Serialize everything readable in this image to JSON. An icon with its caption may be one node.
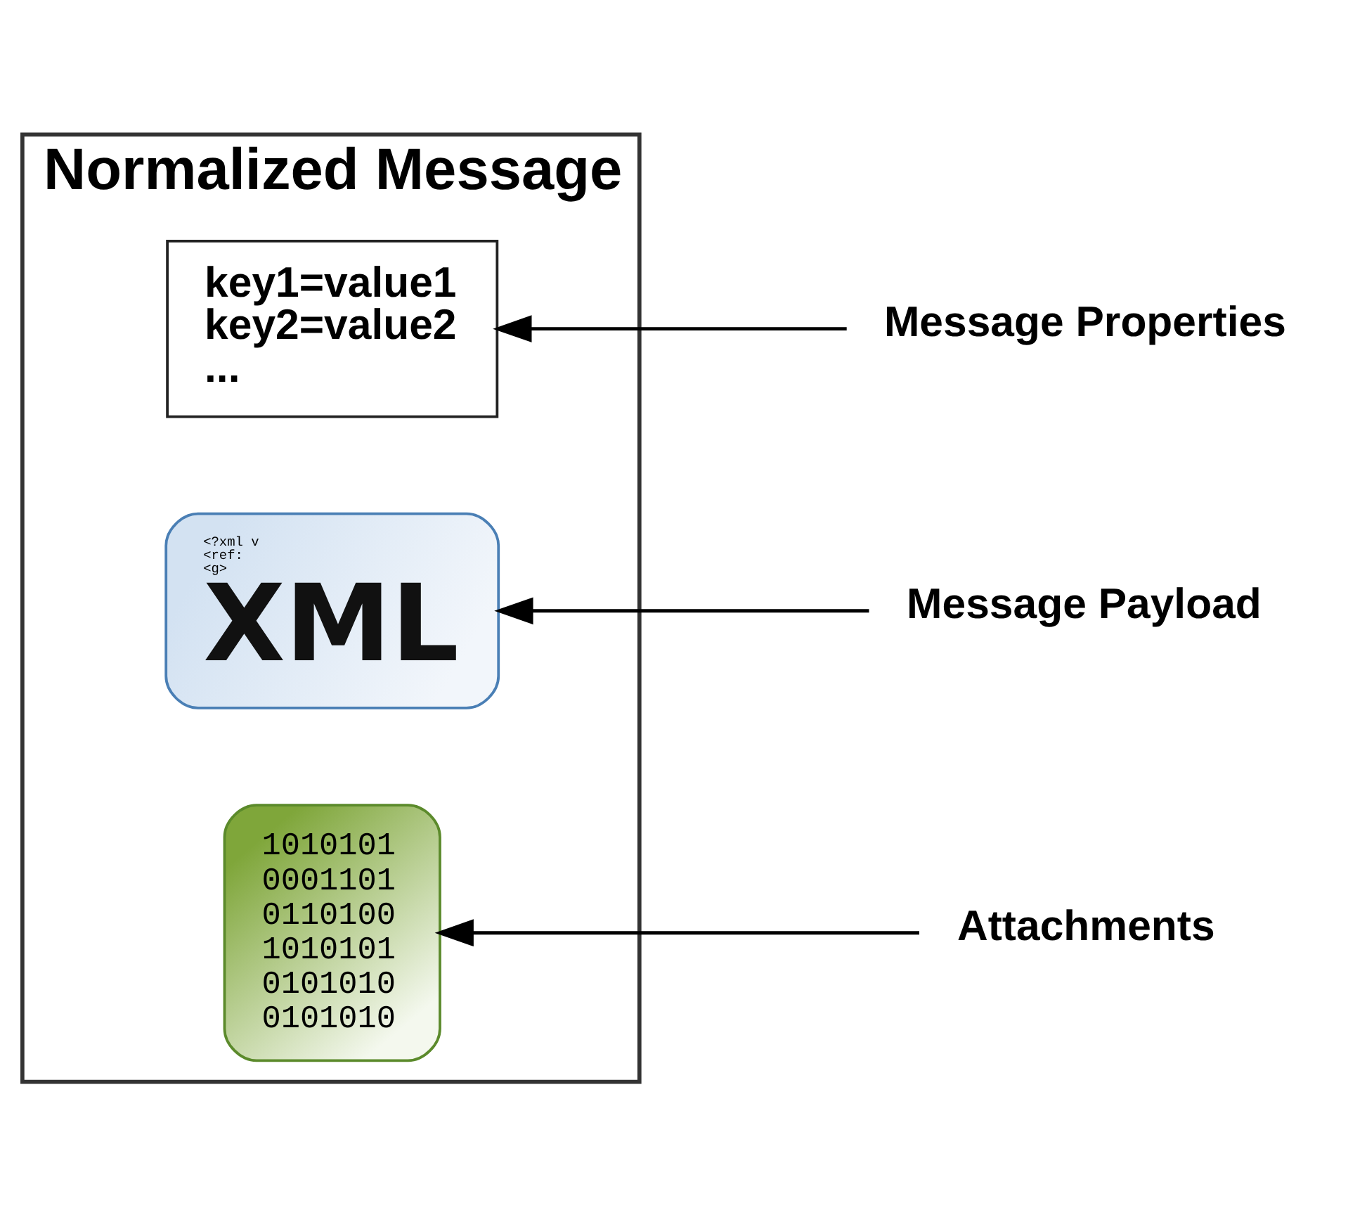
{
  "diagram": {
    "nodes": [
      {
        "text": [
          "Normalized Message"
        ]
      },
      {
        "text": [
          "key1=value1",
          "key2=value2",
          "..."
        ],
        "in": 0
      },
      {
        "text": [
          "<?xml v",
          "<ref:",
          "<g>",
          "XML"
        ],
        "in": 0
      },
      {
        "text": [
          "1010101",
          "0001101",
          "0110100",
          "1010101",
          "0101010",
          "0101010"
        ],
        "in": 0
      },
      {
        "text": [
          "Message Properties"
        ]
      },
      {
        "text": [
          "Message Payload"
        ]
      },
      {
        "text": [
          "Attachments"
        ]
      }
    ],
    "edges": [
      {
        "from": 4,
        "to": 1,
        "arrow": "to"
      },
      {
        "from": 5,
        "to": 2,
        "arrow": "to"
      },
      {
        "from": 6,
        "to": 3,
        "arrow": "to"
      }
    ]
  }
}
